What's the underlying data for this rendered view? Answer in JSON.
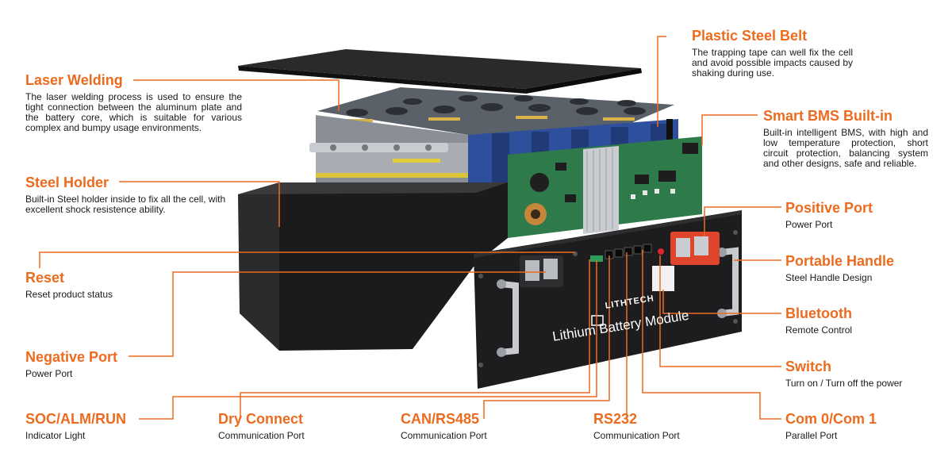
{
  "callouts": {
    "laser_welding": {
      "title": "Laser Welding",
      "desc": "The laser welding process is used to ensure the tight connection between the aluminum plate and the battery core, which is suitable for various complex and bumpy usage environments."
    },
    "steel_holder": {
      "title": "Steel Holder",
      "desc": "Built-in Steel holder inside to fix all the cell, with excellent shock resistence ability."
    },
    "reset": {
      "title": "Reset",
      "desc": "Reset product status"
    },
    "negative_port": {
      "title": "Negative Port",
      "desc": "Power Port"
    },
    "soc": {
      "title": "SOC/ALM/RUN",
      "desc": "Indicator Light"
    },
    "dry_connect": {
      "title": "Dry Connect",
      "desc": "Communication Port"
    },
    "can": {
      "title": "CAN/RS485",
      "desc": "Communication Port"
    },
    "rs232": {
      "title": "RS232",
      "desc": "Communication Port"
    },
    "com": {
      "title": "Com 0/Com 1",
      "desc": "Parallel Port"
    },
    "plastic_belt": {
      "title": "Plastic Steel Belt",
      "desc": "The trapping tape can well fix the cell and avoid possible impacts caused by shaking during use."
    },
    "smart_bms": {
      "title": "Smart BMS Built-in",
      "desc": "Built-in intelligent BMS, with high and low temperature protection, short circuit protection, balancing system and other designs, safe and reliable."
    },
    "positive_port": {
      "title": "Positive Port",
      "desc": "Power Port"
    },
    "handle": {
      "title": "Portable Handle",
      "desc": "Steel Handle Design"
    },
    "bluetooth": {
      "title": "Bluetooth",
      "desc": "Remote Control"
    },
    "switch": {
      "title": "Switch",
      "desc": "Turn on / Turn off the power"
    }
  },
  "product": {
    "brand": "LITHTECH",
    "module_label": "Lithium Battery Module"
  },
  "colors": {
    "accent": "#ec6b1e",
    "case": "#1b1b1d",
    "cell_blue": "#2d4f9c",
    "pcb_green": "#2e7a4a",
    "terminal_red": "#e0442c"
  }
}
